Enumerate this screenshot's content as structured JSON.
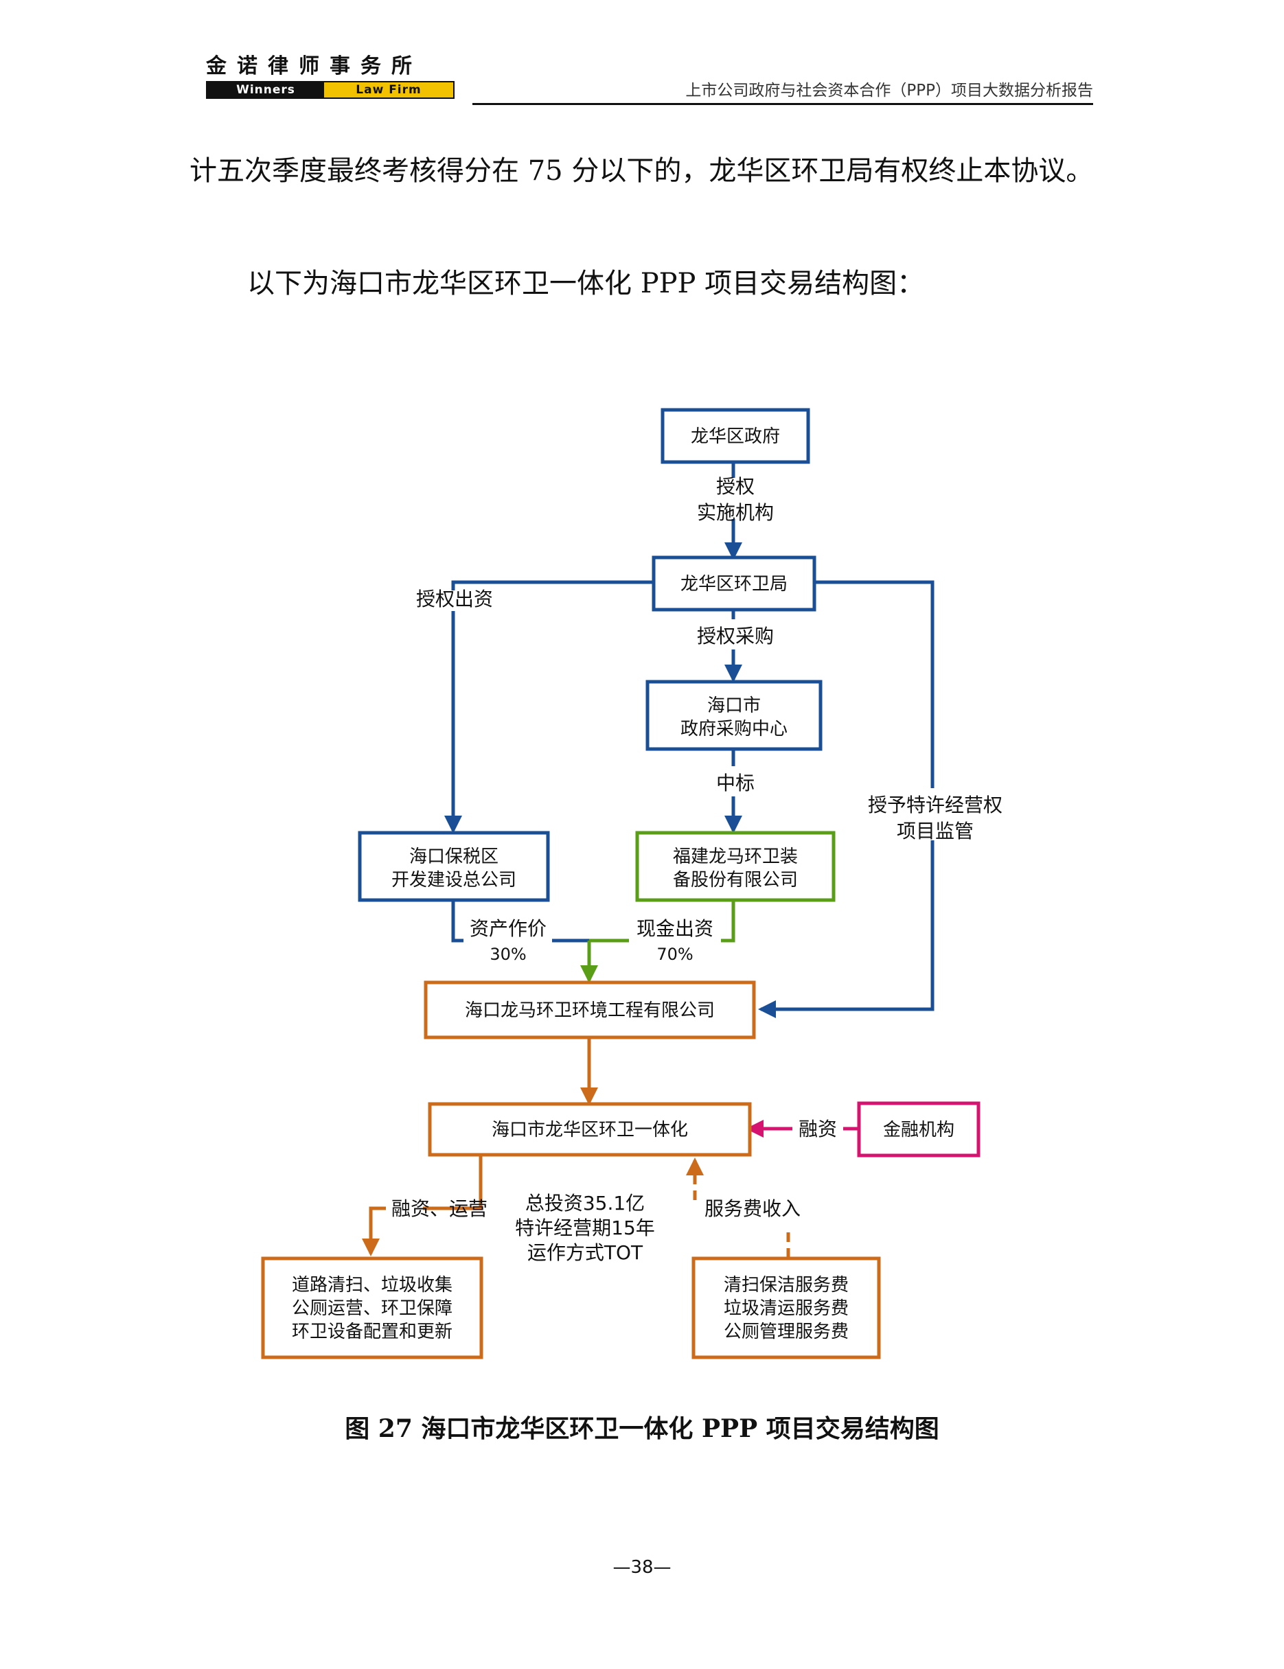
{
  "header": {
    "logo_cn": "金诺律师事务所",
    "logo_en_left": "Winners",
    "logo_en_right": "Law Firm",
    "title": "上市公司政府与社会资本合作（PPP）项目大数据分析报告"
  },
  "body": {
    "para1": "计五次季度最终考核得分在 75 分以下的，龙华区环卫局有权终止本协议。",
    "para2": "以下为海口市龙华区环卫一体化 PPP 项目交易结构图："
  },
  "diagram": {
    "nodes": {
      "gov": "龙华区政府",
      "sanitation_bureau": "龙华区环卫局",
      "procurement_line1": "海口市",
      "procurement_line2": "政府采购中心",
      "bonded_line1": "海口保税区",
      "bonded_line2": "开发建设总公司",
      "longma_line1": "福建龙马环卫装",
      "longma_line2": "备股份有限公司",
      "project_company": "海口龙马环卫环境工程有限公司",
      "project": "海口市龙华区环卫一体化",
      "financial": "金融机构",
      "scope_line1": "道路清扫、垃圾收集",
      "scope_line2": "公厕运营、环卫保障",
      "scope_line3": "环卫设备配置和更新",
      "fees_line1": "清扫保洁服务费",
      "fees_line2": "垃圾清运服务费",
      "fees_line3": "公厕管理服务费"
    },
    "labels": {
      "authorize": "授权",
      "implementing_agency": "实施机构",
      "authorize_invest": "授权出资",
      "authorize_purchase": "授权采购",
      "win_bid": "中标",
      "grant_franchise": "授予特许经营权",
      "supervision": "项目监管",
      "asset_contribution": "资产作价",
      "asset_pct": "30%",
      "cash_contribution": "现金出资",
      "cash_pct": "70%",
      "financing": "融资",
      "financing_operation": "融资、运营",
      "total_investment": "总投资35.1亿",
      "franchise_period": "特许经营期15年",
      "operation_mode": "运作方式TOT",
      "service_fee_income": "服务费收入"
    }
  },
  "caption": "图 27 海口市龙华区环卫一体化 PPP 项目交易结构图",
  "page_number": "—38—",
  "colors": {
    "blue": "#1a4f96",
    "green": "#5a9e18",
    "orange": "#cc6b1a",
    "magenta": "#d4146e"
  }
}
